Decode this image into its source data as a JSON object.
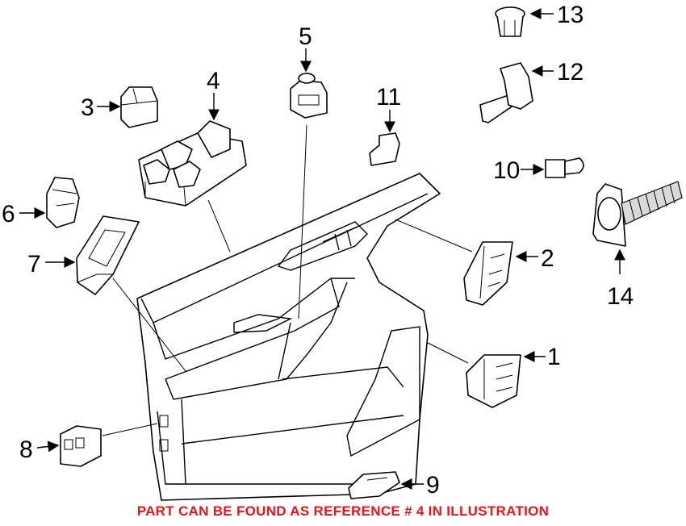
{
  "diagram": {
    "callouts": [
      "1",
      "2",
      "3",
      "4",
      "5",
      "6",
      "7",
      "8",
      "9",
      "10",
      "11",
      "12",
      "13",
      "14"
    ]
  },
  "footer": {
    "note": "PART CAN BE FOUND AS REFERENCE # 4 IN ILLUSTRATION",
    "color": "#e8141b"
  }
}
